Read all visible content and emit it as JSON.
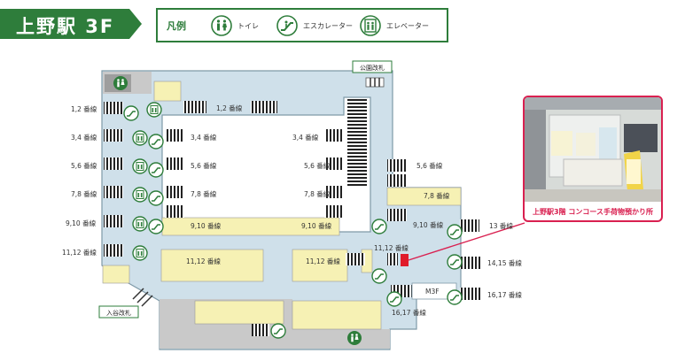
{
  "title": "上野駅 3F",
  "legend": {
    "heading": "凡例",
    "items": [
      {
        "icon": "restroom-icon",
        "label": "トイレ"
      },
      {
        "icon": "escalator-icon",
        "label": "エスカレーター"
      },
      {
        "icon": "elevator-icon",
        "label": "エレベーター"
      }
    ]
  },
  "gates": {
    "park_gate": "公園改札",
    "iriya_gate": "入谷改札"
  },
  "platforms": {
    "left_col": [
      "1,2 番線",
      "3,4 番線",
      "5,6 番線",
      "7,8 番線",
      "9,10 番線",
      "11,12 番線"
    ],
    "top_middle": "1,2 番線",
    "center_left": [
      "3,4 番線",
      "5,6 番線",
      "7,8 番線",
      "9,10 番線"
    ],
    "center_right": [
      "3,4 番線",
      "5,6 番線",
      "7,8 番線",
      "9,10 番線"
    ],
    "lower_left": "11,12 番線",
    "lower_middle": "11,12 番線",
    "right_col": [
      "5,6 番線",
      "7,8 番線",
      "9,10 番線",
      "11,12 番線"
    ],
    "far_right": [
      "13 番線",
      "14,15 番線",
      "16,17 番線"
    ],
    "bottom_right": "16,17 番線",
    "m3f": "M3F"
  },
  "callout": {
    "caption": "上野駅3階 コンコース手荷物預かり所"
  },
  "colors": {
    "green": "#2e7d3b",
    "concourse": "#cfe0ea",
    "building": "#c9c9c9",
    "shop": "#f6f1b4",
    "highlight": "#e01b2a",
    "callout_border": "#d92050"
  }
}
